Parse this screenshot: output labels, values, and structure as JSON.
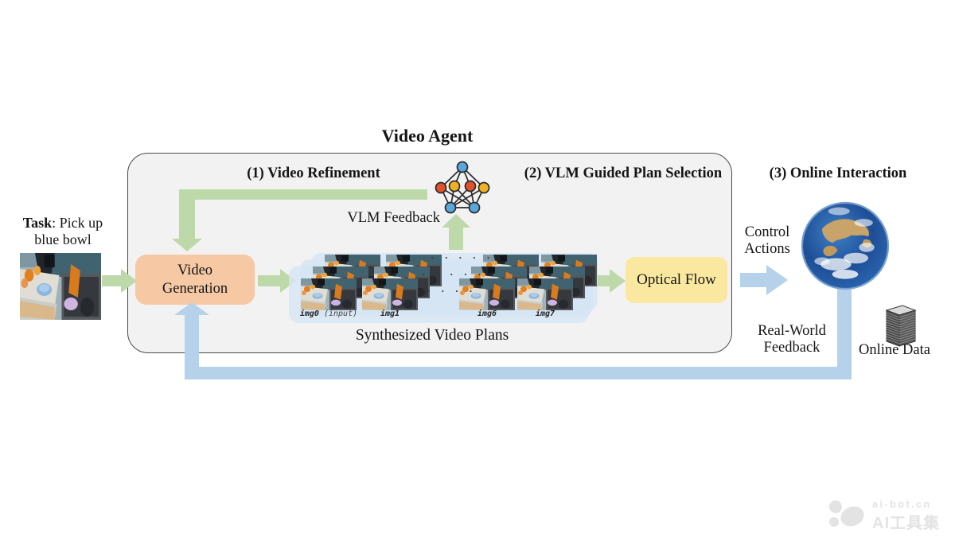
{
  "title": "Video Agent",
  "sections": {
    "refinement": "(1) Video Refinement",
    "plan_selection": "(2) VLM Guided Plan Selection",
    "online_interaction": "(3) Online Interaction"
  },
  "task": {
    "bold": "Task",
    "rest": ": Pick up",
    "line2": "blue bowl"
  },
  "video_generation": {
    "line1": "Video",
    "line2": "Generation"
  },
  "vlm_feedback_label": "VLM Feedback",
  "plans": {
    "caption": "Synthesized Video Plans",
    "dots": "· · · · ·",
    "frames": [
      {
        "id": "img0",
        "suffix": " (input)"
      },
      {
        "id": "img1",
        "suffix": ""
      },
      {
        "id": "img6",
        "suffix": ""
      },
      {
        "id": "img7",
        "suffix": ""
      }
    ]
  },
  "optical_flow_label": "Optical Flow",
  "control_actions": {
    "line1": "Control",
    "line2": "Actions"
  },
  "real_world_feedback": {
    "line1": "Real-World",
    "line2": "Feedback"
  },
  "online_data_label": "Online Data",
  "watermark": {
    "site": "ai-bot.cn",
    "name": "AI工具集"
  },
  "icons": {
    "vlm": "neural-network-icon",
    "world": "earth-globe-icon",
    "online_data": "data-stack-icon",
    "watermark": "ai-bot-logo-icon"
  },
  "colors": {
    "green_arrow": "#bdd9a9",
    "blue_arrow": "#b6d2ea",
    "video_generation_box": "#f6c8a4",
    "optical_flow_box": "#fbe8a0",
    "plans_panel": "#dfeaf6",
    "container_fill": "#f2f2f3",
    "container_border": "#4a4a4a"
  }
}
